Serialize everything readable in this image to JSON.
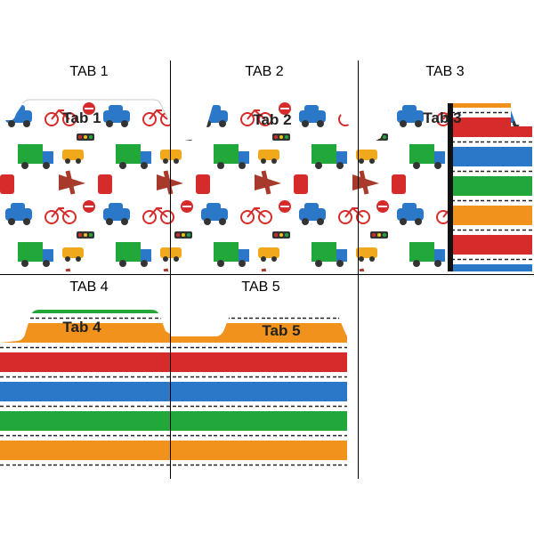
{
  "cells": [
    {
      "heading": "TAB 1",
      "tab_text": "Tab 1",
      "pattern": "vehicles"
    },
    {
      "heading": "TAB 2",
      "tab_text": "Tab 2",
      "pattern": "vehicles"
    },
    {
      "heading": "TAB 3",
      "tab_text": "Tab 3",
      "pattern": "vehicles-and-stripes"
    },
    {
      "heading": "TAB 4",
      "tab_text": "Tab 4",
      "pattern": "stripes"
    },
    {
      "heading": "TAB 5",
      "tab_text": "Tab 5",
      "pattern": "stripes"
    }
  ],
  "colors": {
    "red": "#d62b2b",
    "white": "#ffffff",
    "blue": "#2b78c8",
    "green": "#22a83a",
    "orange": "#f0921c",
    "dash": "#222222"
  }
}
